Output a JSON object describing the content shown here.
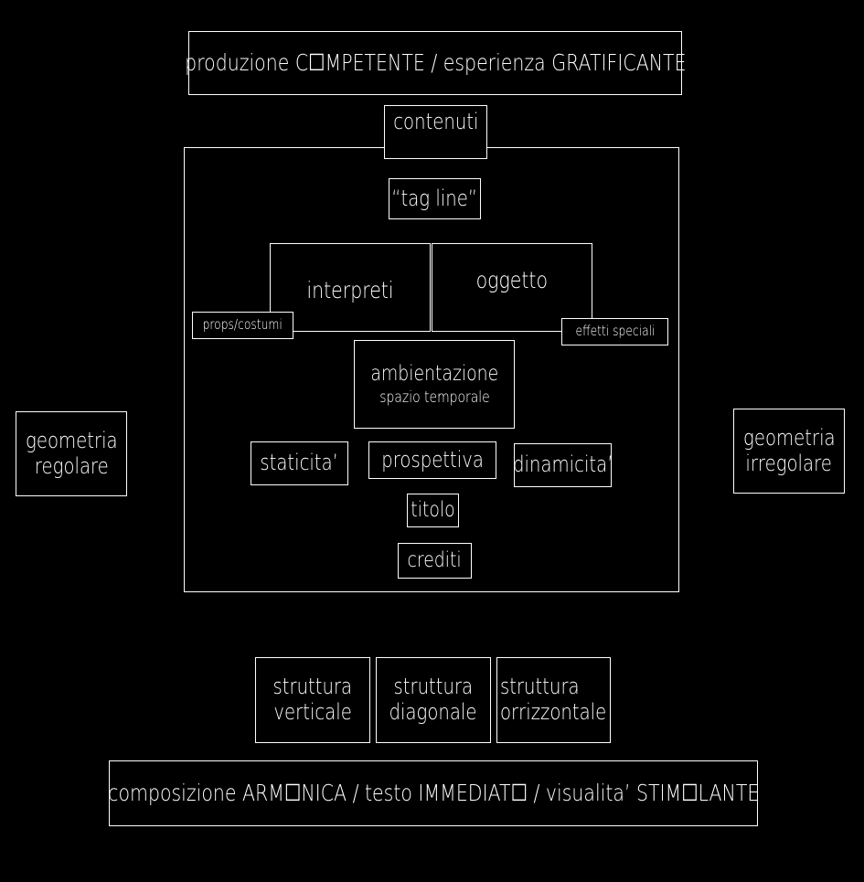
{
  "colors": {
    "background": "#000000",
    "line": "#ffffff",
    "text": "#ffffff"
  },
  "diagram": {
    "top_banner": "produzione C☐MPETENTE / esperienza GRATIFICANTE",
    "contenuti": "contenuti",
    "tag_line": "“tag line”",
    "interpreti": "interpreti",
    "oggetto": "oggetto",
    "props_costumi": "props/costumi",
    "effetti_speciali": "effetti speciali",
    "ambientazione": {
      "line1": "ambientazione",
      "line2": "spazio temporale"
    },
    "staticita": "staticita’",
    "prospettiva": "prospettiva",
    "dinamicita": "dinamicita’",
    "titolo": "titolo",
    "crediti": "crediti",
    "geometria_regolare": {
      "line1": "geometria",
      "line2": "regolare"
    },
    "geometria_irregolare": {
      "line1": "geometria",
      "line2": "irregolare"
    },
    "struttura_verticale": {
      "line1": "struttura",
      "line2": "verticale"
    },
    "struttura_diagonale": {
      "line1": "struttura",
      "line2": "diagonale"
    },
    "struttura_orizzontale": {
      "line1": "struttura",
      "line2": "orrizzontale"
    },
    "bottom_banner": "composizione ARM☐NICA / testo IMMEDIAT☐ / visualita’ STIM☐LANTE"
  }
}
